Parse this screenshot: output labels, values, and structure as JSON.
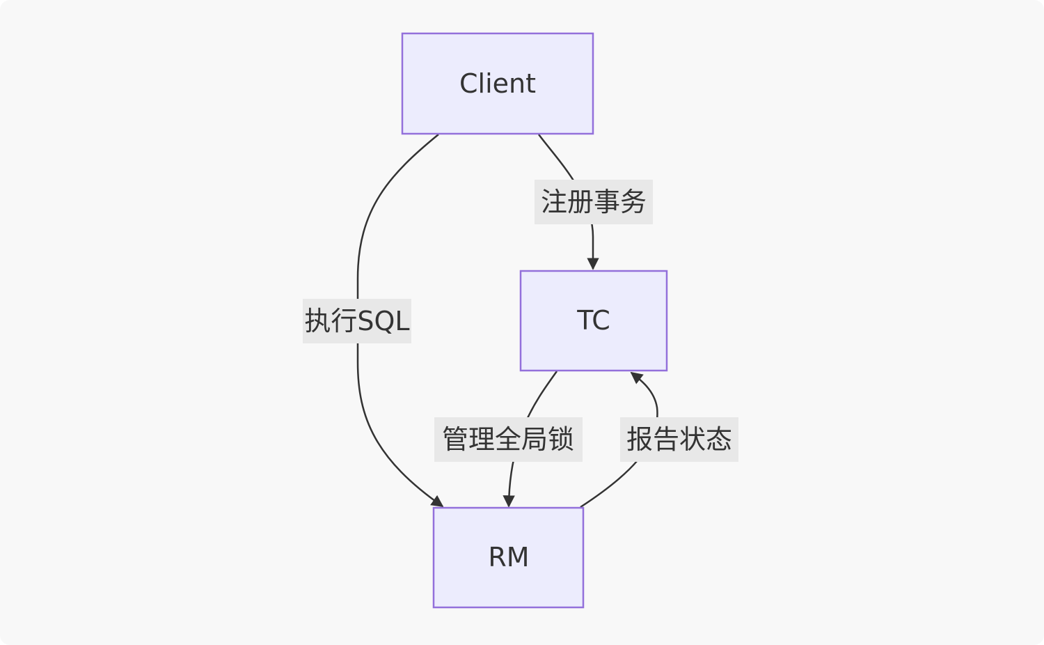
{
  "nodes": {
    "client": "Client",
    "tc": "TC",
    "rm": "RM"
  },
  "edges": {
    "client_tc": "注册事务",
    "client_rm": "执行SQL",
    "tc_rm": "管理全局锁",
    "rm_tc": "报告状态"
  },
  "colors": {
    "node_fill": "#ececfd",
    "node_border": "#9370db",
    "edge": "#333333",
    "label_bg": "#e8e8e8",
    "background": "#f8f8f8"
  }
}
